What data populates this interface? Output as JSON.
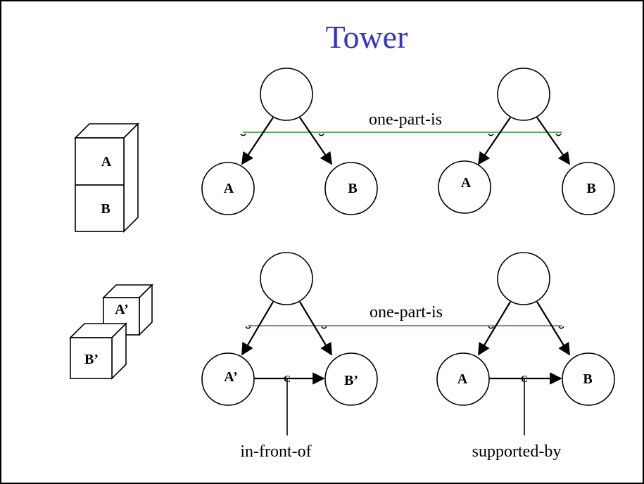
{
  "title": "Tower",
  "colors": {
    "title": "#3333cc",
    "link": "#2e8b2e",
    "ink": "#000000",
    "background": "#ffffff"
  },
  "top_row": {
    "block_labels": [
      "A",
      "B"
    ],
    "left_graph": {
      "children": [
        "A",
        "B"
      ]
    },
    "right_graph": {
      "children": [
        "A",
        "B"
      ]
    },
    "link_label": "one-part-is"
  },
  "bottom_row": {
    "block_labels": [
      "A’",
      "B’"
    ],
    "left_graph": {
      "children": [
        "A’",
        "B’"
      ],
      "relation_marker": "C",
      "relation_label": "in-front-of"
    },
    "right_graph": {
      "children": [
        "A",
        "B"
      ],
      "relation_marker": "C",
      "relation_label": "supported-by"
    },
    "link_label": "one-part-is"
  }
}
